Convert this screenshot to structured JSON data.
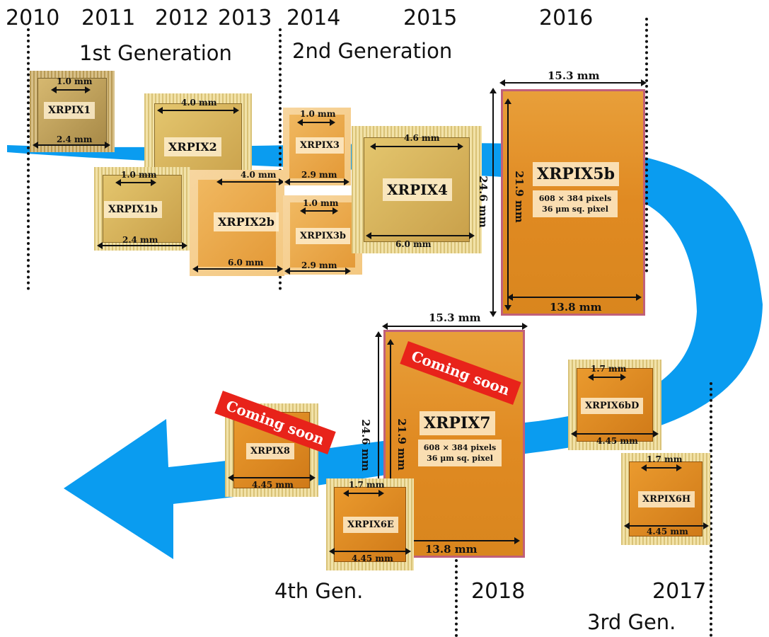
{
  "years": [
    "2010",
    "2011",
    "2012",
    "2013",
    "2014",
    "2015",
    "2016",
    "2018",
    "2017"
  ],
  "generations": {
    "first": "1st Generation",
    "second": "2nd Generation",
    "third": "3rd Gen.",
    "fourth": "4th Gen."
  },
  "chips": {
    "xrpix1": {
      "name": "XRPIX1",
      "top_dim": "1.0 mm",
      "bottom_dim": "2.4 mm"
    },
    "xrpix1b": {
      "name": "XRPIX1b",
      "top_dim": "1.0 mm",
      "bottom_dim": "2.4 mm"
    },
    "xrpix2": {
      "name": "XRPIX2",
      "top_dim": "4.0 mm"
    },
    "xrpix2b": {
      "name": "XRPIX2b",
      "top_dim": "4.0 mm",
      "bottom_dim": "6.0 mm"
    },
    "xrpix3": {
      "name": "XRPIX3",
      "top_dim": "1.0 mm",
      "bottom_dim": "2.9 mm"
    },
    "xrpix3b": {
      "name": "XRPIX3b",
      "top_dim": "1.0 mm",
      "bottom_dim": "2.9 mm"
    },
    "xrpix4": {
      "name": "XRPIX4",
      "top_dim": "4.6 mm",
      "bottom_dim": "6.0 mm"
    },
    "xrpix5b": {
      "name": "XRPIX5b",
      "width_dim": "15.3 mm",
      "height_outer": "24.6 mm",
      "height_inner": "21.9 mm",
      "bottom_dim": "13.8 mm",
      "pixels": "608 × 384 pixels",
      "pitch": "36 μm sq. pixel"
    },
    "xrpix7": {
      "name": "XRPIX7",
      "width_dim": "15.3 mm",
      "height_outer": "24.6 mm",
      "height_inner": "21.9 mm",
      "bottom_dim": "13.8 mm",
      "pixels": "608 × 384 pixels",
      "pitch": "36 μm sq. pixel",
      "badge": "Coming soon"
    },
    "xrpix6bd": {
      "name": "XRPIX6bD",
      "top_dim": "1.7 mm",
      "bottom_dim": "4.45 mm"
    },
    "xrpix6h": {
      "name": "XRPIX6H",
      "top_dim": "1.7 mm",
      "bottom_dim": "4.45 mm"
    },
    "xrpix6e": {
      "name": "XRPIX6E",
      "top_dim": "1.7 mm",
      "bottom_dim": "4.45 mm"
    },
    "xrpix8": {
      "name": "XRPIX8",
      "bottom_dim": "4.45 mm",
      "badge": "Coming soon"
    }
  },
  "colors": {
    "arrow": "#0a9cf0",
    "badge": "#e8231a",
    "chip_border": "#c0607a"
  }
}
